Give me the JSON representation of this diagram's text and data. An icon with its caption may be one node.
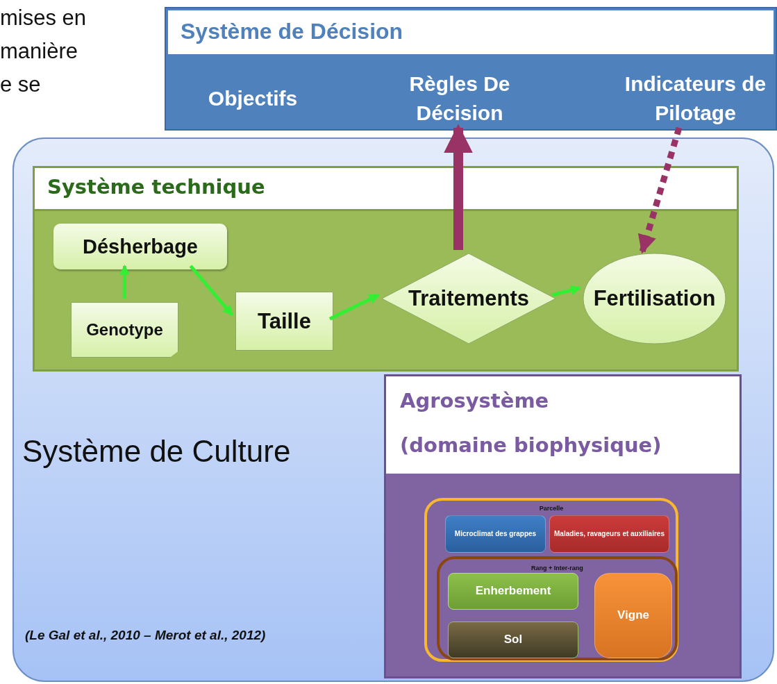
{
  "diagram": {
    "nodes": [
      {
        "text": [
          "Système de Décision"
        ]
      },
      {
        "text": [
          "Objectifs"
        ],
        "in": 0
      },
      {
        "text": [
          "Règles De Décision"
        ],
        "in": 0
      },
      {
        "text": [
          "Indicateurs de Pilotage"
        ],
        "in": 0
      },
      {
        "text": [
          "Système de Culture",
          "(Le Gal et al., 2010 – Merot et al., 2012)"
        ]
      },
      {
        "text": [
          "Système technique"
        ],
        "in": 4
      },
      {
        "text": [
          "Désherbage"
        ],
        "in": 5
      },
      {
        "text": [
          "Genotype"
        ],
        "in": 5
      },
      {
        "text": [
          "Taille"
        ],
        "in": 5
      },
      {
        "text": [
          "Traitements"
        ],
        "in": 5
      },
      {
        "text": [
          "Fertilisation"
        ],
        "in": 5
      },
      {
        "text": [
          "Agrosystème",
          "(domaine biophysique)"
        ],
        "in": 4
      },
      {
        "text": [
          "Parcelle"
        ],
        "in": 11
      },
      {
        "text": [
          "Microclimat des grappes"
        ],
        "in": 12
      },
      {
        "text": [
          "Maladies, ravageurs et auxiliaires"
        ],
        "in": 12
      },
      {
        "text": [
          "Rang + Inter-rang"
        ],
        "in": 12
      },
      {
        "text": [
          "Enherbement"
        ],
        "in": 15
      },
      {
        "text": [
          "Sol"
        ],
        "in": 15
      },
      {
        "text": [
          "Vigne"
        ],
        "in": 15
      }
    ],
    "edges": [
      {
        "from": 7,
        "to": 6,
        "arrow": "to"
      },
      {
        "from": 6,
        "to": 8,
        "arrow": "to"
      },
      {
        "from": 8,
        "to": 9,
        "arrow": "to"
      },
      {
        "from": 9,
        "to": 10,
        "arrow": "to"
      },
      {
        "from": 9,
        "to": 2,
        "arrow": "to",
        "style": "thick",
        "color": "#993366"
      },
      {
        "from": 3,
        "to": 10,
        "arrow": "to",
        "style": "dashed",
        "color": "#993366"
      }
    ],
    "labels": [
      "mises en",
      "manière",
      "e se"
    ]
  }
}
